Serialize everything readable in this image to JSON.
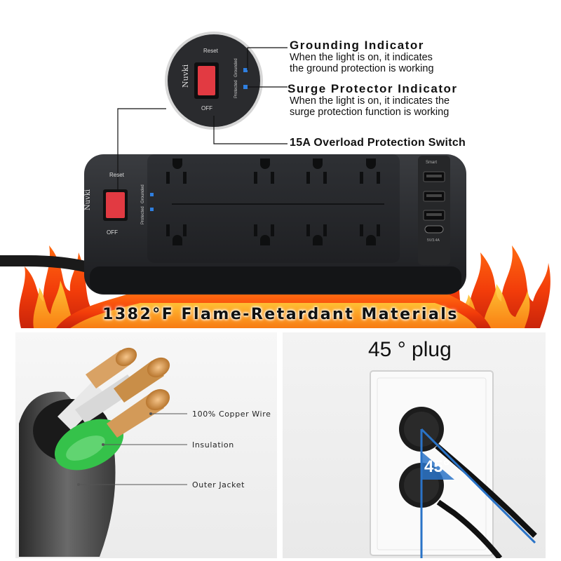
{
  "callouts": {
    "grounding": {
      "title": "Grounding Indicator",
      "line1": "When the light is on, it indicates",
      "line2": "the ground protection is working"
    },
    "surge": {
      "title": "Surge Protector Indicator",
      "line1": "When the light is on, it indicates the",
      "line2": "surge protection function is working"
    },
    "overload": {
      "title": "15A Overload Protection Switch"
    }
  },
  "device": {
    "reset_label": "Reset",
    "off_label": "OFF",
    "brand": "Nuvki",
    "grounded_label": "Grounded",
    "protected_label": "Protected",
    "smart_label": "Smart",
    "usb_rating": "5V/3.4A"
  },
  "banner": {
    "text": "1382°F Flame-Retardant Materials"
  },
  "cable": {
    "copper_label": "100% Copper Wire",
    "insulation_label": "Insulation",
    "jacket_label": "Outer Jacket"
  },
  "plug": {
    "title": "45 ° plug",
    "angle_label": "45°"
  },
  "colors": {
    "indicator": "#2f7fe0",
    "switch": "#e23a42",
    "flame_outer": "#e8420c",
    "flame_inner": "#ffb21a",
    "insulation": "#35c24a",
    "angle_badge": "#2a73c7"
  }
}
